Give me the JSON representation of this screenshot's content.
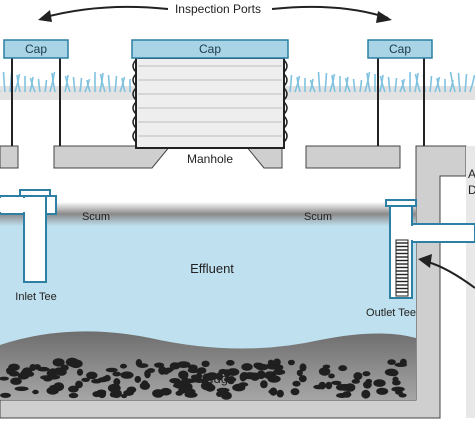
{
  "labels": {
    "inspection_ports": "Inspection Ports",
    "cap_left": "Cap",
    "cap_center": "Cap",
    "cap_right": "Cap",
    "manhole": "Manhole",
    "scum_left": "Scum",
    "scum_right": "Scum",
    "effluent": "Effluent",
    "inlet_tee": "Inlet Tee",
    "outlet_tee": "Outlet Tee",
    "sludge": "Sludge",
    "edge_partial_1": "A",
    "edge_partial_2": "D"
  },
  "colors": {
    "cap_fill": "#a9d4e6",
    "cap_stroke": "#2d7fa3",
    "grass": "#7fc2e0",
    "water": "#bfe0ee",
    "concrete": "#cfcfcf",
    "sludge": "#8d8d8d",
    "stones": "#1f1f1f"
  }
}
